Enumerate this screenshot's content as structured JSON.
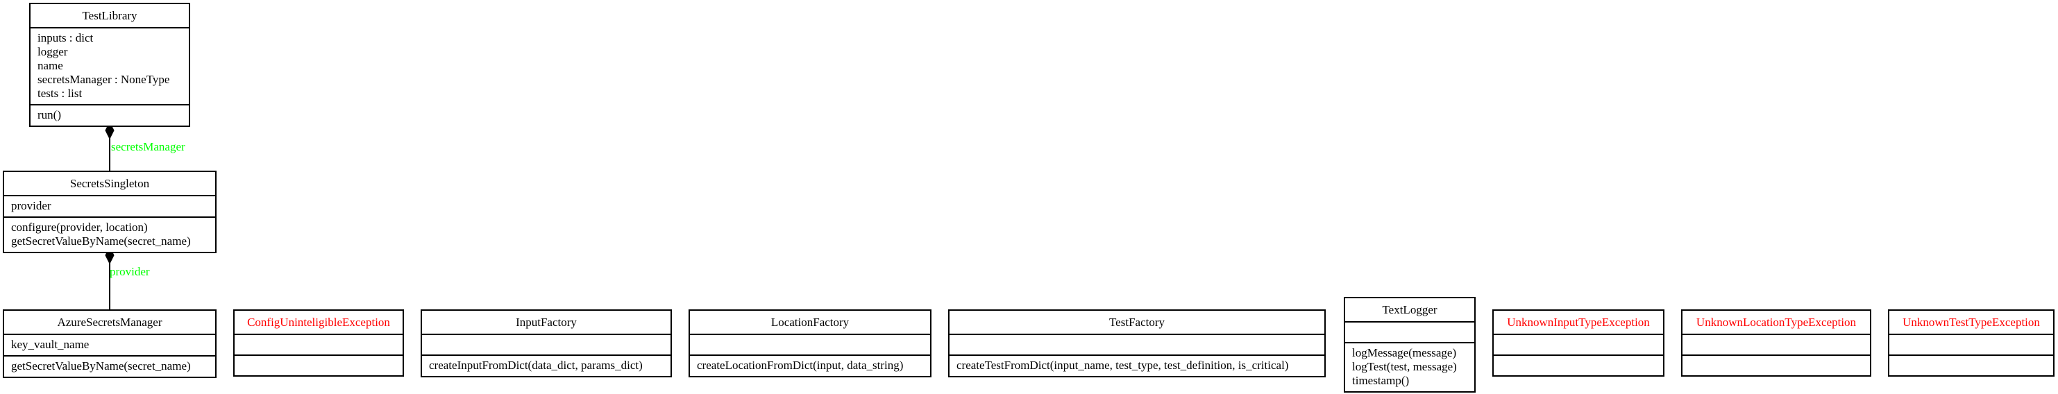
{
  "classes": {
    "test_library": {
      "name": "TestLibrary",
      "attributes": [
        "inputs : dict",
        "logger",
        "name",
        "secretsManager : NoneType",
        "tests : list"
      ],
      "methods": [
        "run()"
      ]
    },
    "secrets_singleton": {
      "name": "SecretsSingleton",
      "attributes": [
        "provider"
      ],
      "methods": [
        "configure(provider, location)",
        "getSecretValueByName(secret_name)"
      ]
    },
    "azure_secrets_manager": {
      "name": "AzureSecretsManager",
      "attributes": [
        "key_vault_name"
      ],
      "methods": [
        "getSecretValueByName(secret_name)"
      ]
    },
    "config_unintelligible_exception": {
      "name": "ConfigUninteligibleException",
      "attributes": [],
      "methods": []
    },
    "input_factory": {
      "name": "InputFactory",
      "attributes": [],
      "methods": [
        "createInputFromDict(data_dict, params_dict)"
      ]
    },
    "location_factory": {
      "name": "LocationFactory",
      "attributes": [],
      "methods": [
        "createLocationFromDict(input, data_string)"
      ]
    },
    "test_factory": {
      "name": "TestFactory",
      "attributes": [],
      "methods": [
        "createTestFromDict(input_name, test_type, test_definition, is_critical)"
      ]
    },
    "text_logger": {
      "name": "TextLogger",
      "attributes": [],
      "methods": [
        "logMessage(message)",
        "logTest(test, message)",
        "timestamp()"
      ]
    },
    "unknown_input_type_exception": {
      "name": "UnknownInputTypeException",
      "attributes": [],
      "methods": []
    },
    "unknown_location_type_exception": {
      "name": "UnknownLocationTypeException",
      "attributes": [],
      "methods": []
    },
    "unknown_test_type_exception": {
      "name": "UnknownTestTypeException",
      "attributes": [],
      "methods": []
    }
  },
  "edges": {
    "secrets_manager_label": "secretsManager",
    "provider_label": "provider"
  },
  "colors": {
    "exception_name": "#ff0000",
    "edge_label": "#00ff00",
    "stroke": "#000000"
  }
}
